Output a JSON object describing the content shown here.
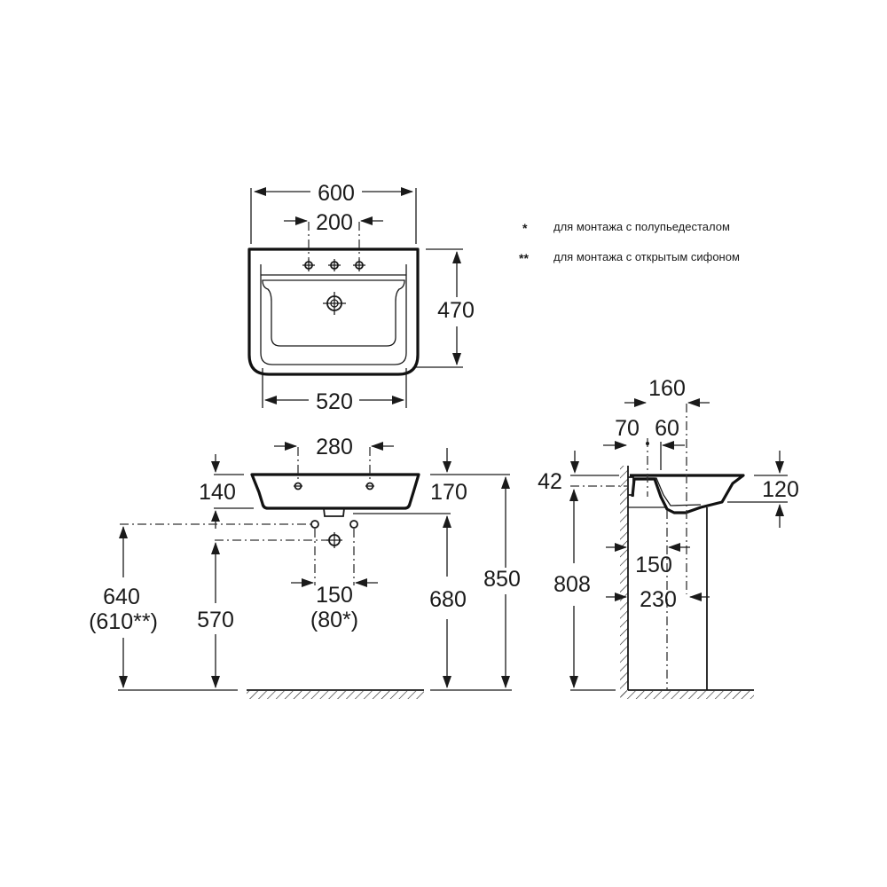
{
  "colors": {
    "line": "#1a1a1a",
    "background": "#ffffff"
  },
  "legend": [
    {
      "marker": "*",
      "text": "для монтажа с полупьедесталом"
    },
    {
      "marker": "**",
      "text": "для монтажа с открытым сифоном"
    }
  ],
  "top_view": {
    "width_overall": "600",
    "tap_hole_spacing": "200",
    "depth": "470",
    "bowl_width": "520"
  },
  "front_view": {
    "mount_hole_spacing": "280",
    "rim_left": "140",
    "rim_right": "170",
    "supply_height": "640",
    "supply_height_alt": "(610**)",
    "waste_height": "570",
    "supply_spacing": "150",
    "supply_spacing_alt": "(80*)",
    "underside_height": "680",
    "top_height": "850"
  },
  "side_view": {
    "drain_offset": "160",
    "wall_to_tap": "70",
    "tap_to_drain": "60",
    "rim_thickness": "42",
    "basin_depth": "120",
    "mount_height": "808",
    "drain_from_wall": "150",
    "pedestal_from_wall": "230"
  }
}
